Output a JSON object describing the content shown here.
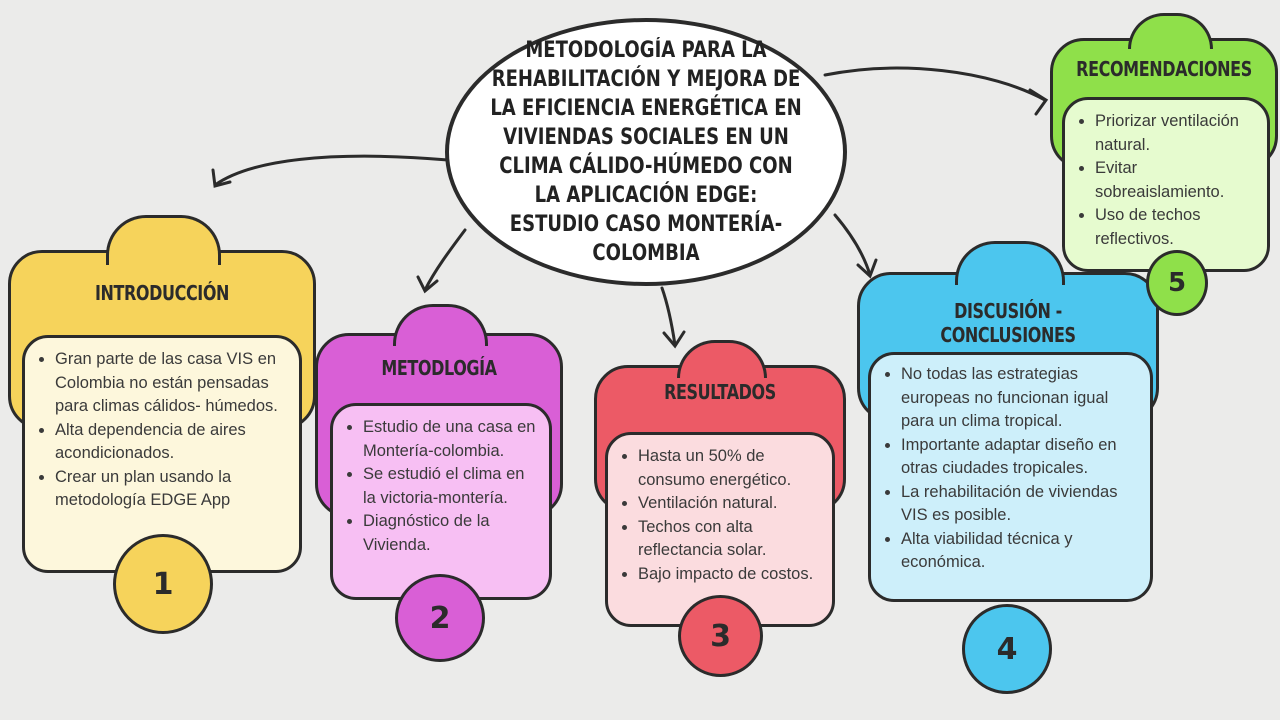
{
  "center_title": "METODOLOGÍA PARA LA REHABILITACIÓN Y MEJORA DE LA EFICIENCIA ENERGÉTICA EN VIVIENDAS SOCIALES EN UN CLIMA CÁLIDO-HÚMEDO CON LA APLICACIÓN EDGE: ESTUDIO CASO MONTERÍA-COLOMBIA",
  "sections": [
    {
      "title": "INTRODUCCIÓN",
      "number": "1",
      "color": "#f6d35b",
      "inner_color": "#fdf7dc",
      "items": [
        "Gran parte de las casa VIS en Colombia no están pensadas para climas cálidos- húmedos.",
        "Alta dependencia de aires acondicionados.",
        "Crear un plan usando la metodología EDGE App"
      ]
    },
    {
      "title": "METODLOGÍA",
      "number": "2",
      "color": "#d95fd6",
      "inner_color": "#f7bff3",
      "items": [
        "Estudio de una casa en Montería-colombia.",
        "Se estudió el clima en la victoria-montería.",
        "Diagnóstico de la Vivienda."
      ]
    },
    {
      "title": "RESULTADOS",
      "number": "3",
      "color": "#ec5a66",
      "inner_color": "#fbdcdf",
      "items": [
        "Hasta un 50% de consumo energético.",
        "Ventilación natural.",
        "Techos con alta reflectancia solar.",
        "Bajo impacto de costos."
      ]
    },
    {
      "title": "DISCUSIÓN - CONCLUSIONES",
      "number": "4",
      "color": "#4cc6ee",
      "inner_color": "#cdeffa",
      "items": [
        "No todas las estrategias europeas no funcionan igual para un clima tropical.",
        "Importante adaptar diseño en otras ciudades tropicales.",
        "La rehabilitación de viviendas VIS es posible.",
        "Alta viabilidad técnica y económica."
      ]
    },
    {
      "title": "RECOMENDACIONES",
      "number": "5",
      "color": "#8fe04a",
      "inner_color": "#e6fbcf",
      "items": [
        "Priorizar ventilación natural.",
        "Evitar sobreaislamiento.",
        "Uso de techos reflectivos."
      ]
    }
  ]
}
